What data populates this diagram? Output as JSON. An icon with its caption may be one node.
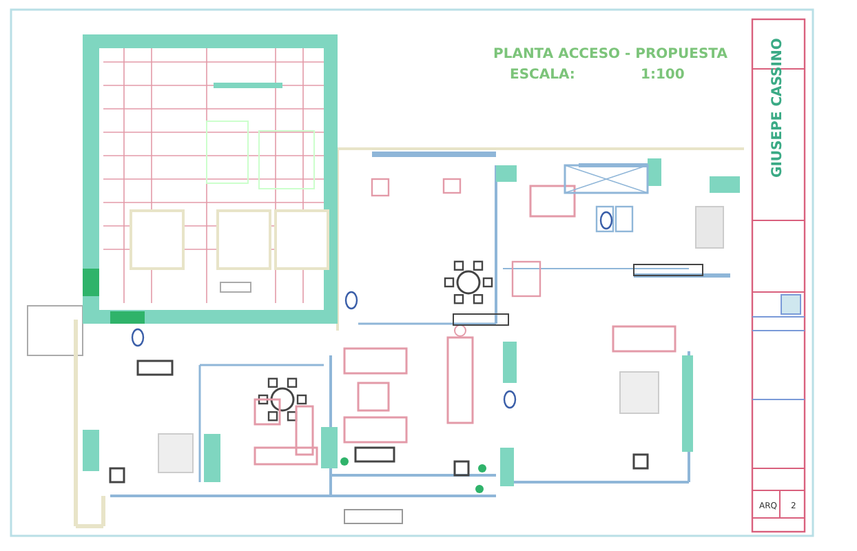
{
  "diagram": {
    "title": "PLANTA ACCESO - PROPUESTA",
    "labels": [
      "ESCALA:",
      "1:100",
      "GIUSEPE CASSINO",
      "ARQ",
      "2"
    ]
  }
}
